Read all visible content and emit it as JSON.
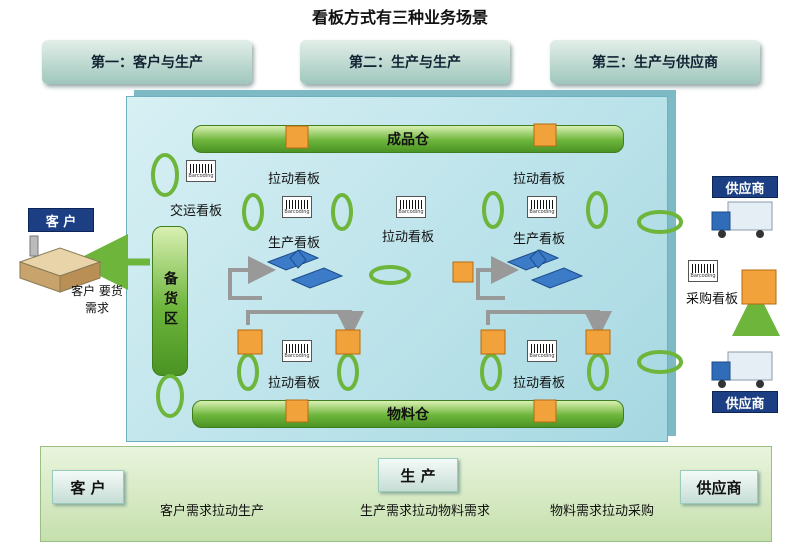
{
  "title": "看板方式有三种业务场景",
  "scenarios": [
    "第一：客户与生产",
    "第二：生产与生产",
    "第三：生产与供应商"
  ],
  "warehouse": {
    "finished": "成品仓",
    "material": "物料仓",
    "staging": "备货区"
  },
  "kanban": {
    "transport": "交运看板",
    "pull": "拉动看板",
    "production": "生产看板",
    "purchase": "采购看板"
  },
  "barcode_text": "Barcoding",
  "customer": {
    "tag": "客 户",
    "demand": "客户 要货需求"
  },
  "supplier": {
    "tag": "供应商"
  },
  "flow": {
    "customer": "客 户",
    "production": "生 产",
    "supplier": "供应商",
    "customer_pull": "客户需求拉动生产",
    "production_pull": "生产需求拉动物料需求",
    "material_pull": "物料需求拉动采购"
  },
  "colors": {
    "green": "#6db53b",
    "cyan": "#a6d8e2",
    "navy": "#1b3f82"
  }
}
